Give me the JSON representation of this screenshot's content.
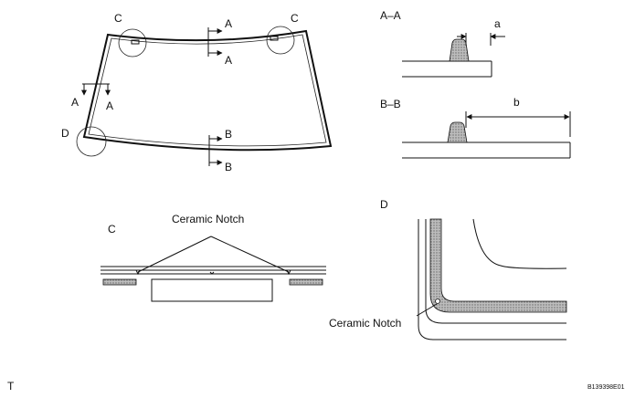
{
  "labels": {
    "c_top_left": "C",
    "c_top_right": "C",
    "d_left": "D",
    "a_top_1": "A",
    "a_top_2": "A",
    "a_left_1": "A",
    "a_left_2": "A",
    "b_bottom_1": "B",
    "b_bottom_2": "B",
    "section_aa": "A–A",
    "section_bb": "B–B",
    "dim_a": "a",
    "dim_b": "b",
    "detail_c": "C",
    "detail_d": "D",
    "ceramic_notch_c": "Ceramic Notch",
    "ceramic_notch_d": "Ceramic Notch",
    "corner_t": "T",
    "code": "B139398E01"
  }
}
